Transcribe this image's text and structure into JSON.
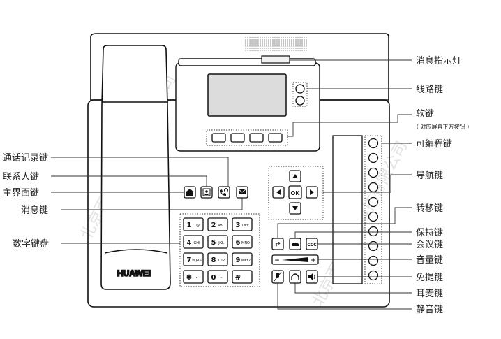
{
  "brand": "HUAWEI",
  "watermark": "北京百达誉通科技有限公司",
  "labels": {
    "message_indicator": "消息指示灯",
    "line_key": "线路键",
    "soft_key": "软键",
    "soft_key_note": "（ 对应屏幕下方按钮 ）",
    "programmable_key": "可编程键",
    "call_log_key": "通话记录键",
    "contacts_key": "联系人键",
    "home_key": "主界面键",
    "message_key": "消息键",
    "navigation_key": "导航键",
    "transfer_key": "转移键",
    "hold_key": "保持键",
    "conference_key": "会议键",
    "volume_key": "音量键",
    "handsfree_key": "免提键",
    "headset_key": "耳麦键",
    "mute_key": "静音键",
    "keypad": "数字键盘"
  },
  "keypad_keys": [
    {
      "digit": "1",
      "sub": "..@"
    },
    {
      "digit": "2",
      "sub": "ABC"
    },
    {
      "digit": "3",
      "sub": "DEF"
    },
    {
      "digit": "4",
      "sub": "GHI"
    },
    {
      "digit": "5",
      "sub": "JKL"
    },
    {
      "digit": "6",
      "sub": "MNO"
    },
    {
      "digit": "7",
      "sub": "PQRS"
    },
    {
      "digit": "8",
      "sub": "TUV"
    },
    {
      "digit": "9",
      "sub": "WXYZ"
    },
    {
      "digit": "✱",
      "sub": "•"
    },
    {
      "digit": "0",
      "sub": "~"
    },
    {
      "digit": "#",
      "sub": ""
    }
  ],
  "nav": {
    "ok": "OK"
  },
  "volume": {
    "minus": "−",
    "plus": "+"
  },
  "function_keys": {
    "transfer": "⇄",
    "conference": "CCC"
  }
}
